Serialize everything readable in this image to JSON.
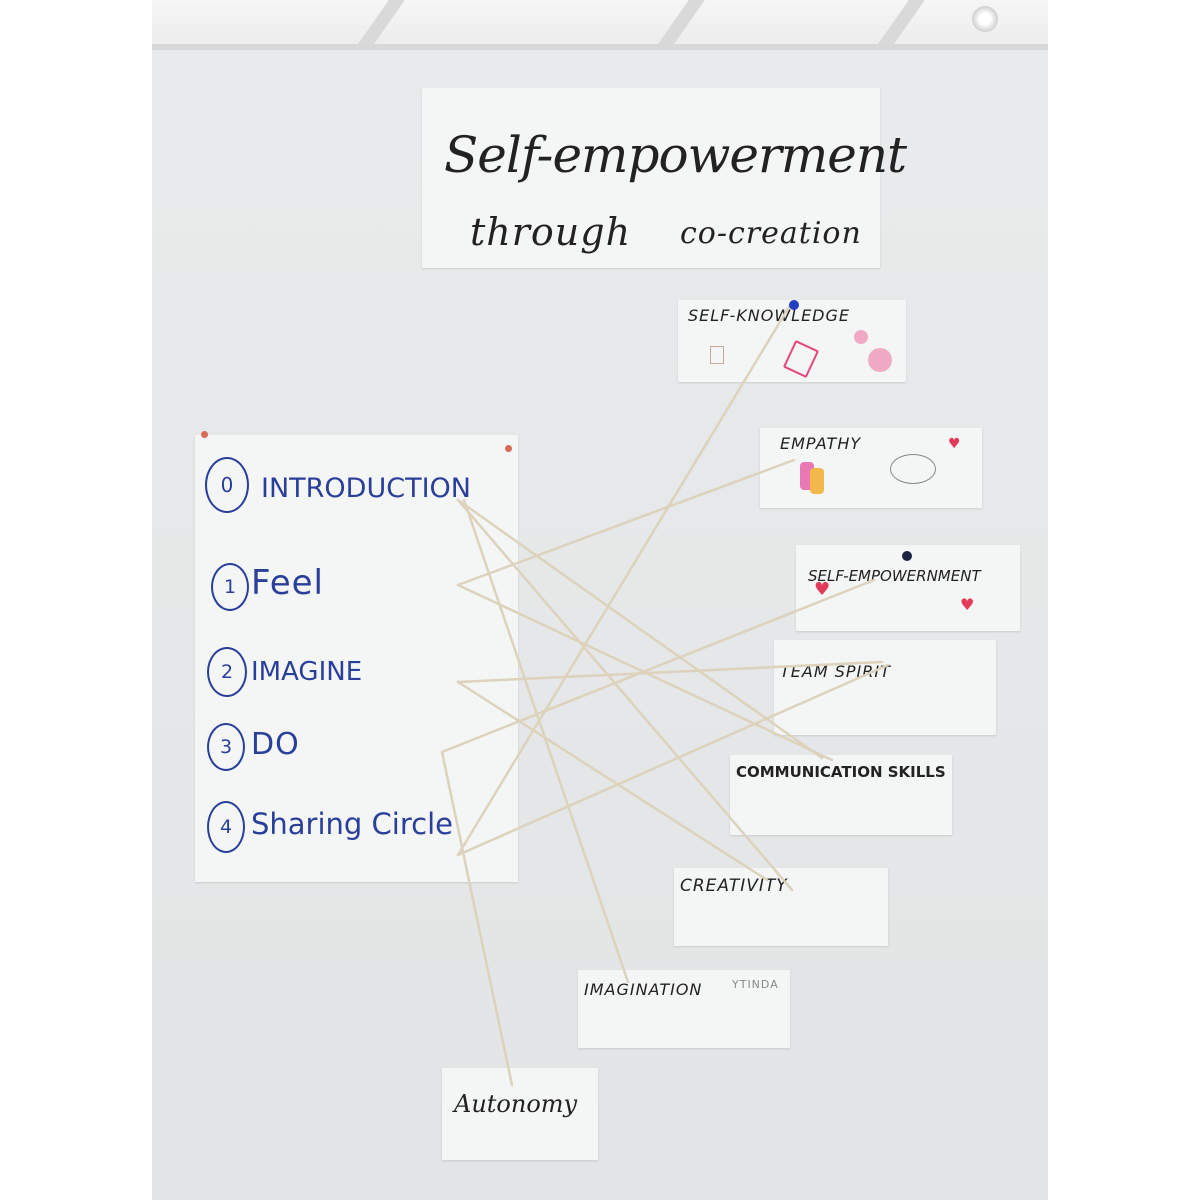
{
  "title": {
    "line1": "Self-empowerment",
    "line2": "through",
    "line3": "co-creation"
  },
  "steps": [
    {
      "num": "0",
      "label": "INTRODUCTION"
    },
    {
      "num": "1",
      "label": "Feel"
    },
    {
      "num": "2",
      "label": "IMAGINE"
    },
    {
      "num": "3",
      "label": "DO"
    },
    {
      "num": "4",
      "label": "Sharing Circle"
    }
  ],
  "cards": {
    "self_knowledge": "SELF-KNOWLEDGE",
    "empathy": "EMPATHY",
    "self_empowerment": "SELF-EMPOWERNMENT",
    "team_spirit": "TEAM SPIRIT",
    "communication": "COMMUNICATION SKILLS",
    "creativity": "CREATIVITY",
    "imagination": "IMAGINATION",
    "imagination_extra": "YTINDA",
    "autonomy": "Autonomy"
  },
  "colors": {
    "marker_blue": "#2a3f9a",
    "string": "#e3d9c4",
    "pin_blue": "#1f3fbf"
  }
}
